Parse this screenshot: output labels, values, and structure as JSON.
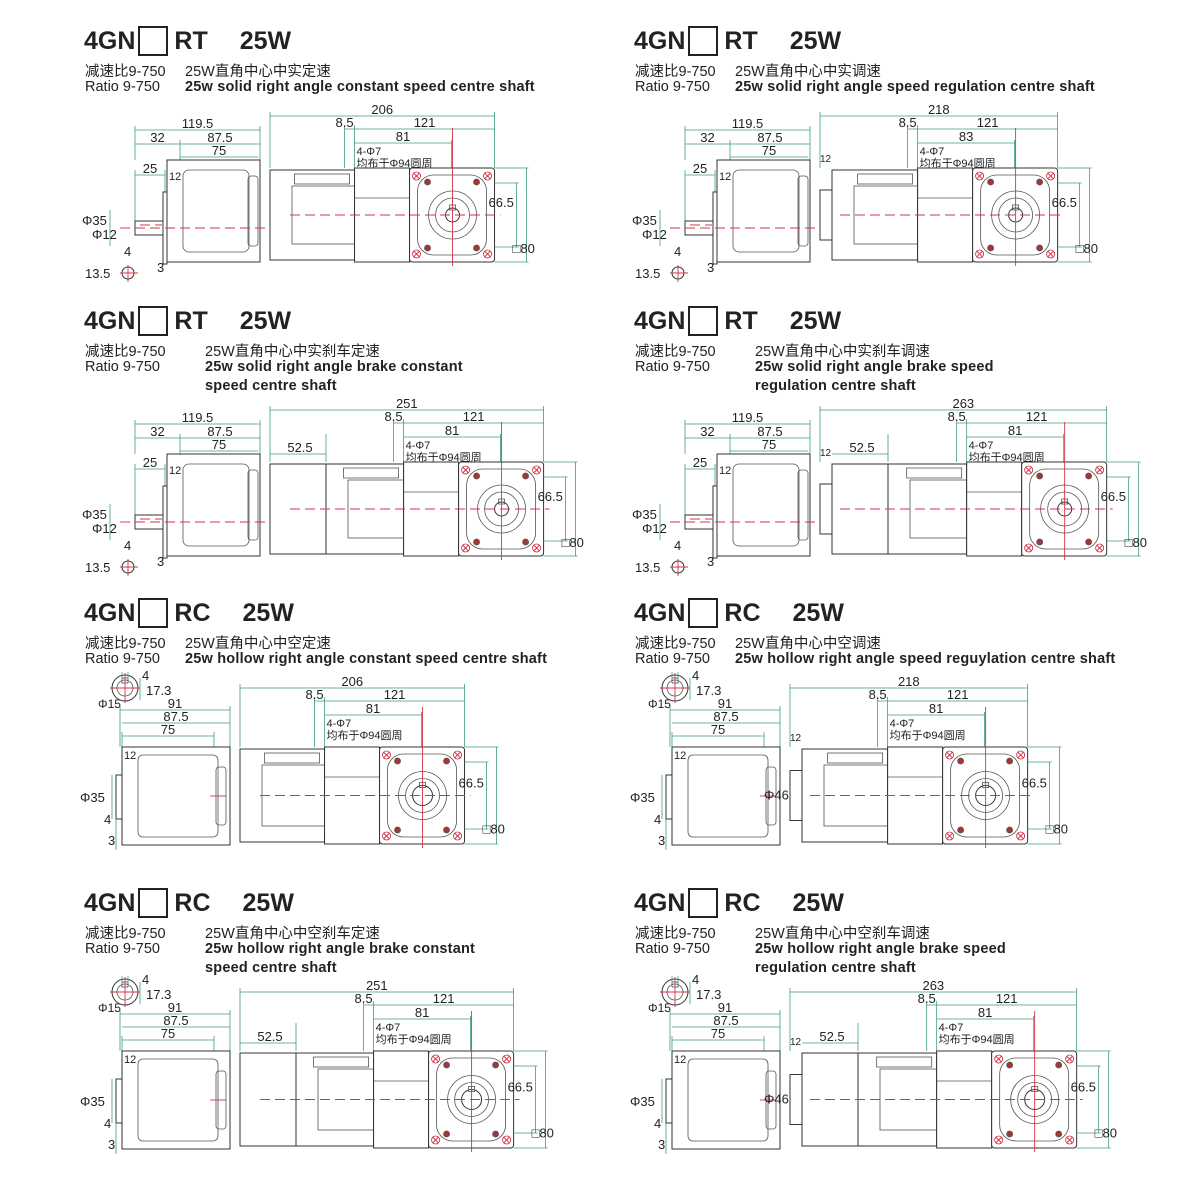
{
  "common": {
    "ratio_cn": "减速比9-750",
    "ratio_en": "Ratio  9-750",
    "model_prefix": "4GN",
    "power": "25W",
    "holes": "4-Φ7",
    "holes_note": "均布于Φ94圆周"
  },
  "panels": [
    {
      "type": "RT",
      "shaft": "solid",
      "brake": false,
      "regulation": false,
      "cn": "25W直角中心中实定速",
      "en": [
        "25w  solid right angle constant speed centre shaft"
      ],
      "side": {
        "overall": "119.5",
        "a": "32",
        "b": "87.5",
        "c": "75",
        "shaft_len": "25",
        "flange": "12",
        "dia_outer": "Φ35",
        "dia_shaft": "Φ12",
        "key": "4",
        "key_h": "13.5",
        "edge": "3"
      },
      "main": {
        "overall": "206",
        "gap": "8.5",
        "gear": "121",
        "bolt": "81",
        "face": "66.5",
        "square": "□80"
      }
    },
    {
      "type": "RT",
      "shaft": "solid",
      "brake": false,
      "regulation": true,
      "cn": "25W直角中心中实调速",
      "en": [
        "25w  solid right angle speed regulation centre shaft"
      ],
      "side": {
        "overall": "119.5",
        "a": "32",
        "b": "87.5",
        "c": "75",
        "shaft_len": "25",
        "flange": "12",
        "dia_outer": "Φ35",
        "dia_shaft": "Φ12",
        "key": "4",
        "key_h": "13.5",
        "edge": "3"
      },
      "main": {
        "overall": "218",
        "gap": "8.5",
        "gear": "121",
        "bolt": "83",
        "face": "66.5",
        "square": "□80",
        "reg_flange": "12"
      }
    },
    {
      "type": "RT",
      "shaft": "solid",
      "brake": true,
      "regulation": false,
      "cn": "25W直角中心中实刹车定速",
      "en": [
        "25w  solid right angle brake constant",
        "speed centre shaft"
      ],
      "side": {
        "overall": "119.5",
        "a": "32",
        "b": "87.5",
        "c": "75",
        "shaft_len": "25",
        "flange": "12",
        "dia_outer": "Φ35",
        "dia_shaft": "Φ12",
        "key": "4",
        "key_h": "13.5",
        "edge": "3"
      },
      "main": {
        "overall": "251",
        "gap": "8.5",
        "gear": "121",
        "bolt": "81",
        "face": "66.5",
        "square": "□80",
        "brake_len": "52.5"
      }
    },
    {
      "type": "RT",
      "shaft": "solid",
      "brake": true,
      "regulation": true,
      "cn": "25W直角中心中实刹车调速",
      "en": [
        "25w  solid right angle brake speed",
        "regulation centre shaft"
      ],
      "side": {
        "overall": "119.5",
        "a": "32",
        "b": "87.5",
        "c": "75",
        "shaft_len": "25",
        "flange": "12",
        "dia_outer": "Φ35",
        "dia_shaft": "Φ12",
        "key": "4",
        "key_h": "13.5",
        "edge": "3"
      },
      "main": {
        "overall": "263",
        "gap": "8.5",
        "gear": "121",
        "bolt": "81",
        "face": "66.5",
        "square": "□80",
        "brake_len": "52.5",
        "reg_flange": "12"
      }
    },
    {
      "type": "RC",
      "shaft": "hollow",
      "brake": false,
      "regulation": false,
      "cn": "25W直角中心中空定速",
      "en": [
        "25w  hollow right angle constant speed centre shaft"
      ],
      "side": {
        "key": "4",
        "key_h": "17.3",
        "dia_bore": "Φ15",
        "overall": "91",
        "b": "87.5",
        "c": "75",
        "flange": "12",
        "dia_outer": "Φ35",
        "key2": "4",
        "edge": "3"
      },
      "main": {
        "overall": "206",
        "gap": "8.5",
        "gear": "121",
        "bolt": "81",
        "face": "66.5",
        "square": "□80"
      }
    },
    {
      "type": "RC",
      "shaft": "hollow",
      "brake": false,
      "regulation": true,
      "cn": "25W直角中心中空调速",
      "en": [
        "25w  hollow right angle speed reguylation centre shaft"
      ],
      "side": {
        "key": "4",
        "key_h": "17.3",
        "dia_bore": "Φ15",
        "overall": "91",
        "b": "87.5",
        "c": "75",
        "flange": "12",
        "dia_outer": "Φ35",
        "key2": "4",
        "edge": "3"
      },
      "main": {
        "overall": "218",
        "gap": "8.5",
        "gear": "121",
        "bolt": "81",
        "face": "66.5",
        "square": "□80",
        "reg_flange": "12",
        "dia_motor": "Φ46"
      }
    },
    {
      "type": "RC",
      "shaft": "hollow",
      "brake": true,
      "regulation": false,
      "cn": "25W直角中心中空刹车定速",
      "en": [
        "25w  hollow right angle brake constant",
        "speed centre shaft"
      ],
      "side": {
        "key": "4",
        "key_h": "17.3",
        "dia_bore": "Φ15",
        "overall": "91",
        "b": "87.5",
        "c": "75",
        "flange": "12",
        "dia_outer": "Φ35",
        "key2": "4",
        "edge": "3"
      },
      "main": {
        "overall": "251",
        "gap": "8.5",
        "gear": "121",
        "bolt": "81",
        "face": "66.5",
        "square": "□80",
        "brake_len": "52.5"
      }
    },
    {
      "type": "RC",
      "shaft": "hollow",
      "brake": true,
      "regulation": true,
      "cn": "25W直角中心中空刹车调速",
      "en": [
        "25w hollow  right angle brake speed",
        "regulation centre shaft"
      ],
      "side": {
        "key": "4",
        "key_h": "17.3",
        "dia_bore": "Φ15",
        "overall": "91",
        "b": "87.5",
        "c": "75",
        "flange": "12",
        "dia_outer": "Φ35",
        "key2": "4",
        "edge": "3"
      },
      "main": {
        "overall": "263",
        "gap": "8.5",
        "gear": "121",
        "bolt": "81",
        "face": "66.5",
        "square": "□80",
        "brake_len": "52.5",
        "reg_flange": "12",
        "dia_motor": "Φ46"
      }
    }
  ]
}
